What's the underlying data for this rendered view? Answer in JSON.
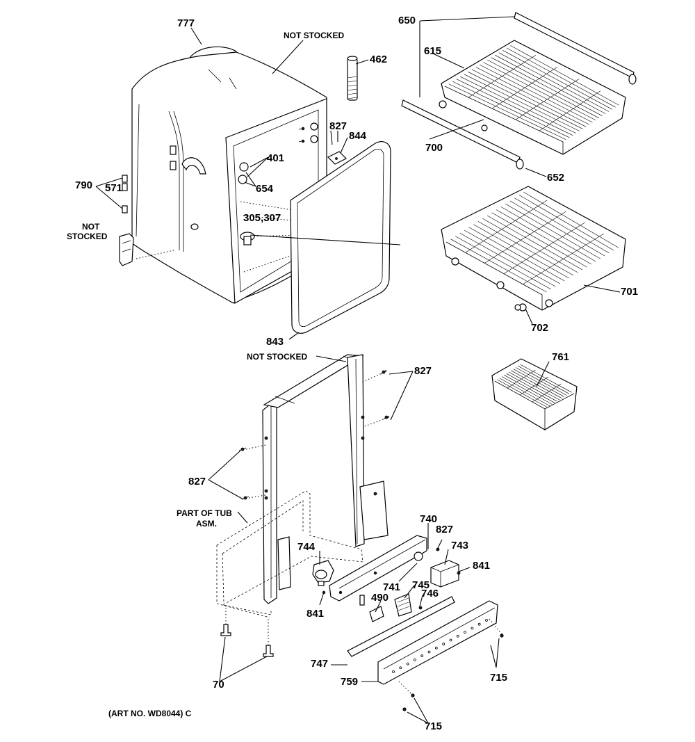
{
  "callouts": {
    "c777": "777",
    "not_stocked_tub": "NOT STOCKED",
    "c462": "462",
    "c650": "650",
    "c615": "615",
    "c827_a": "827",
    "c844": "844",
    "c401": "401",
    "c654": "654",
    "c700": "700",
    "c652": "652",
    "c790": "790",
    "c571": "571",
    "not_stocked_left_1": "NOT",
    "not_stocked_left_2": "STOCKED",
    "c305_307": "305,307",
    "c701": "701",
    "c702": "702",
    "c843": "843",
    "not_stocked_frame": "NOT STOCKED",
    "c827_b": "827",
    "c761": "761",
    "c827_c": "827",
    "part_of_tub_1": "PART OF TUB",
    "part_of_tub_2": "ASM.",
    "c740": "740",
    "c827_d": "827",
    "c744": "744",
    "c743": "743",
    "c841_a": "841",
    "c741": "741",
    "c745": "745",
    "c746": "746",
    "c490": "490",
    "c841_b": "841",
    "c747": "747",
    "c715_a": "715",
    "c759": "759",
    "c70": "70",
    "c715_b": "715"
  },
  "footer": {
    "art_number": "(ART NO. WD8044) C"
  }
}
